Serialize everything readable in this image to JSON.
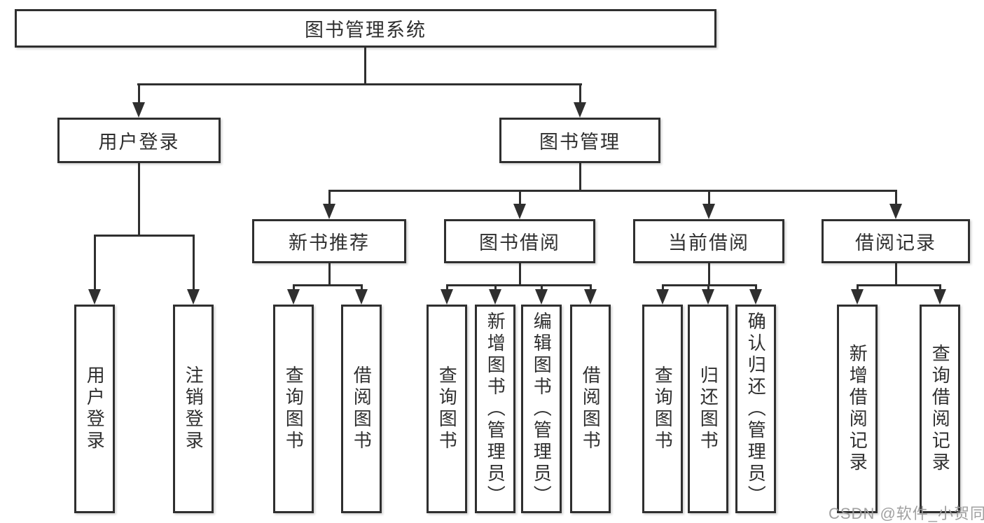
{
  "diagram": {
    "root": {
      "label": "图书管理系统"
    },
    "branches": [
      {
        "label": "用户登录",
        "children": [
          {
            "label": "用户登录"
          },
          {
            "label": "注销登录"
          }
        ]
      },
      {
        "label": "图书管理",
        "children": [
          {
            "label": "新书推荐",
            "children": [
              {
                "label": "查询图书"
              },
              {
                "label": "借阅图书"
              }
            ]
          },
          {
            "label": "图书借阅",
            "children": [
              {
                "label": "查询图书"
              },
              {
                "label": "新增图书（管理员）"
              },
              {
                "label": "编辑图书（管理员）"
              },
              {
                "label": "借阅图书"
              }
            ]
          },
          {
            "label": "当前借阅",
            "children": [
              {
                "label": "查询图书"
              },
              {
                "label": "归还图书"
              },
              {
                "label": "确认归还（管理员）"
              }
            ]
          },
          {
            "label": "借阅记录",
            "children": [
              {
                "label": "新增借阅记录"
              },
              {
                "label": "查询借阅记录"
              }
            ]
          }
        ]
      }
    ],
    "icons": {
      "arrowhead": "solid-triangle-down"
    },
    "colors": {
      "line": "#2f2f2f",
      "text": "#2f2f2f",
      "box_background": "#ffffff",
      "watermark": "#9b9b9b",
      "background": "#ffffff"
    },
    "watermark": "CSDN @软件_小贺同学"
  }
}
